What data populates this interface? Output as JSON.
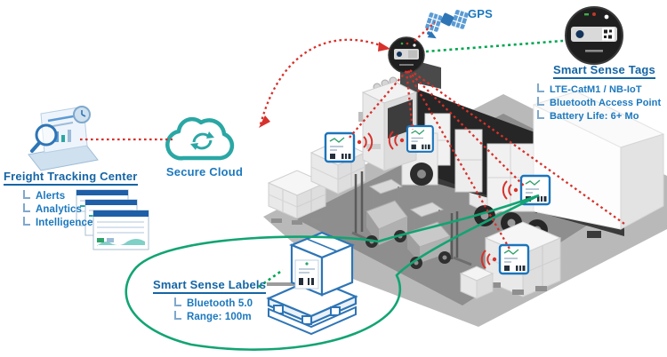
{
  "diagram": {
    "gps_label": "GPS",
    "secure_cloud_label": "Secure Cloud",
    "freight_tracking_center": {
      "title": "Freight Tracking Center",
      "items": [
        "Alerts",
        "Analytics",
        "Intelligence"
      ]
    },
    "smart_sense_tags": {
      "title": "Smart Sense Tags",
      "items": [
        "LTE-CatM1 / NB-IoT",
        "Bluetooth Access Point",
        "Battery Life: 6+ Mo"
      ]
    },
    "smart_sense_labels": {
      "title": "Smart Sense Labels",
      "items": [
        "Bluetooth 5.0",
        "Range: 100m"
      ]
    },
    "colors": {
      "red_link": "#D7312B",
      "green_link_solid": "#12A473",
      "green_link_dotted": "#00A651",
      "blue_text": "#1B78BE",
      "title_blue": "#1565A5",
      "cloud_teal": "#2AA7A4",
      "label_border_blue": "#1B75BC"
    }
  }
}
